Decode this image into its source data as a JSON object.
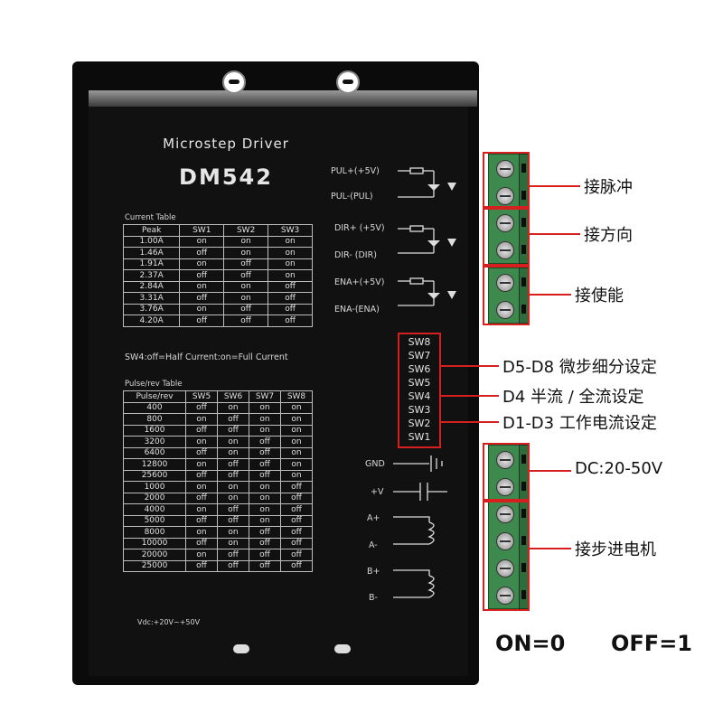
{
  "device": {
    "title": "Microstep Driver",
    "model": "DM542",
    "current_table_title": "Current Table",
    "current_table_header": [
      "Peak",
      "SW1",
      "SW2",
      "SW3"
    ],
    "current_table_rows": [
      [
        "1.00A",
        "on",
        "on",
        "on"
      ],
      [
        "1.46A",
        "off",
        "on",
        "on"
      ],
      [
        "1.91A",
        "on",
        "off",
        "on"
      ],
      [
        "2.37A",
        "off",
        "off",
        "on"
      ],
      [
        "2.84A",
        "on",
        "on",
        "off"
      ],
      [
        "3.31A",
        "off",
        "on",
        "off"
      ],
      [
        "3.76A",
        "on",
        "off",
        "off"
      ],
      [
        "4.20A",
        "off",
        "off",
        "off"
      ]
    ],
    "sw4_note": "SW4:off=Half Current:on=Full Current",
    "pulse_table_title": "Pulse/rev Table",
    "pulse_table_header": [
      "Pulse/rev",
      "SW5",
      "SW6",
      "SW7",
      "SW8"
    ],
    "pulse_table_rows": [
      [
        "400",
        "off",
        "on",
        "on",
        "on"
      ],
      [
        "800",
        "on",
        "off",
        "on",
        "on"
      ],
      [
        "1600",
        "off",
        "off",
        "on",
        "on"
      ],
      [
        "3200",
        "on",
        "on",
        "off",
        "on"
      ],
      [
        "6400",
        "off",
        "on",
        "off",
        "on"
      ],
      [
        "12800",
        "on",
        "off",
        "off",
        "on"
      ],
      [
        "25600",
        "off",
        "off",
        "off",
        "on"
      ],
      [
        "1000",
        "on",
        "on",
        "on",
        "off"
      ],
      [
        "2000",
        "off",
        "on",
        "on",
        "off"
      ],
      [
        "4000",
        "on",
        "off",
        "on",
        "off"
      ],
      [
        "5000",
        "off",
        "off",
        "on",
        "off"
      ],
      [
        "8000",
        "on",
        "on",
        "off",
        "off"
      ],
      [
        "10000",
        "off",
        "on",
        "off",
        "off"
      ],
      [
        "20000",
        "on",
        "off",
        "off",
        "off"
      ],
      [
        "25000",
        "off",
        "off",
        "off",
        "off"
      ]
    ],
    "vdc_note": "Vdc:+20V~+50V",
    "signals": [
      "PUL+(+5V)",
      "PUL-(PUL)",
      "DIR+ (+5V)",
      "DIR- (DIR)",
      "ENA+(+5V)",
      "ENA-(ENA)"
    ],
    "dip_switches": [
      "SW8",
      "SW7",
      "SW6",
      "SW5",
      "SW4",
      "SW3",
      "SW2",
      "SW1"
    ],
    "power_labels": [
      "GND",
      "+V",
      "A+",
      "A-",
      "B+",
      "B-"
    ]
  },
  "annotations": {
    "pulse": "接脉冲",
    "direction": "接方向",
    "enable": "接使能",
    "d5_d8": "D5-D8 微步细分设定",
    "d4": "D4 半流 / 全流设定",
    "d1_d3": "D1-D3 工作电流设定",
    "dc": "DC:20-50V",
    "motor": "接步进电机"
  },
  "legend": {
    "on": "ON=0",
    "off": "OFF=1"
  }
}
